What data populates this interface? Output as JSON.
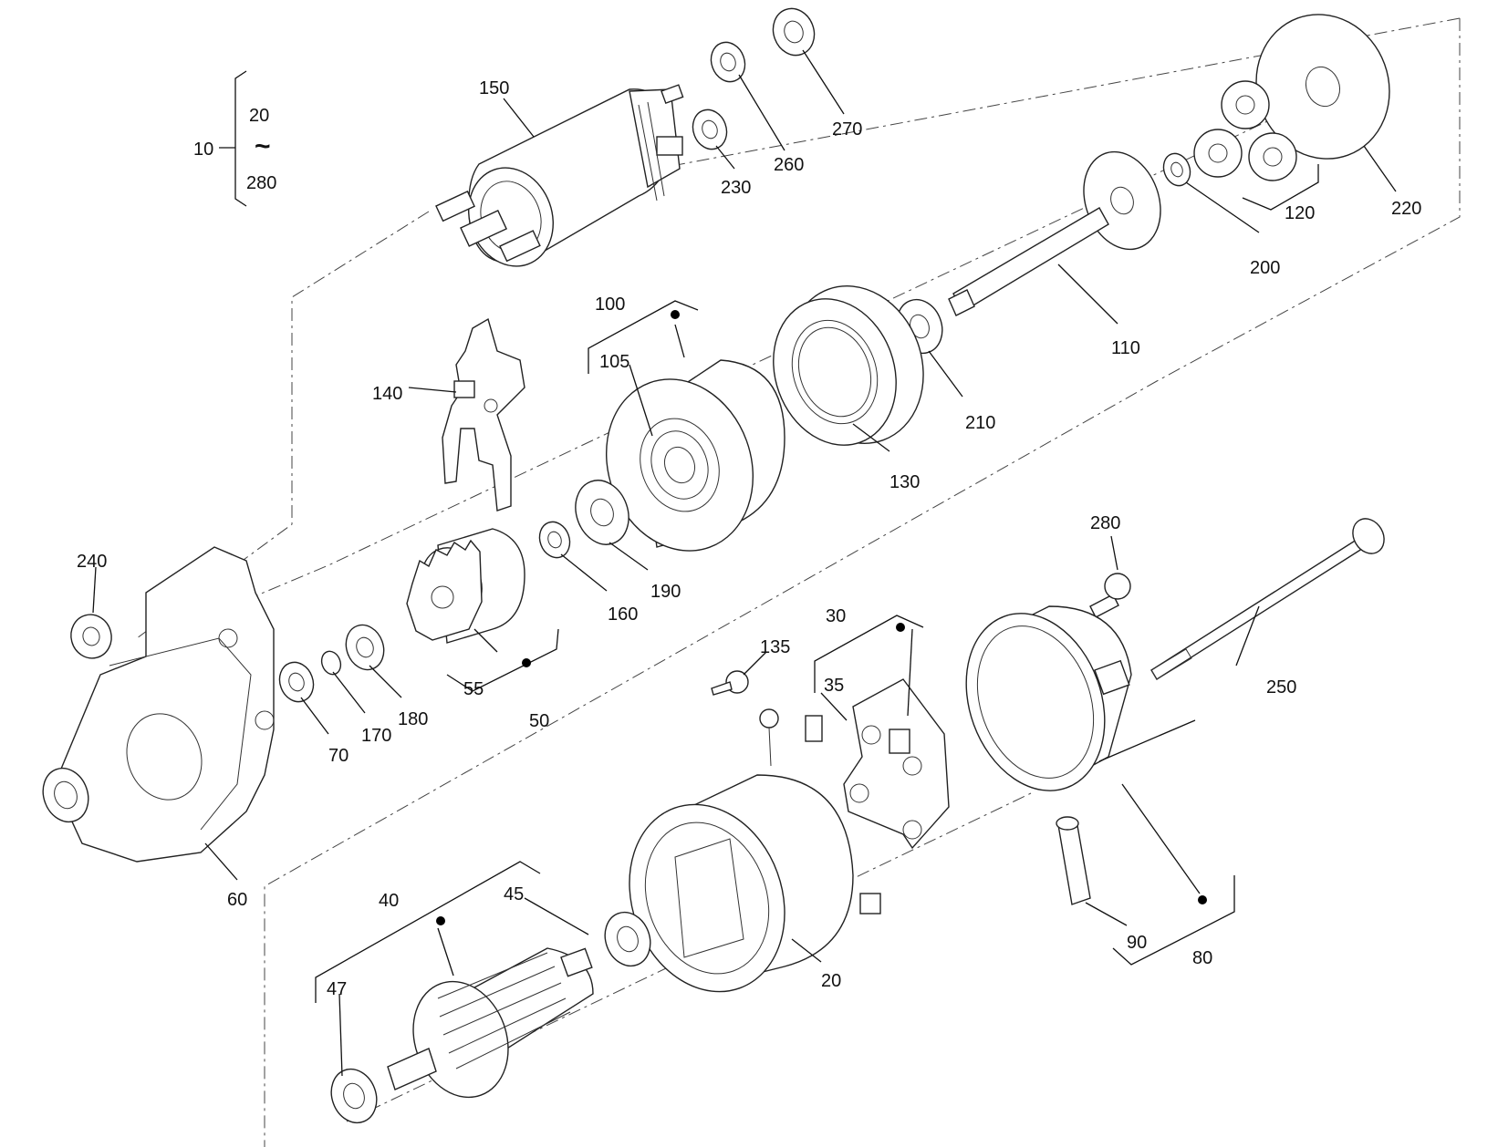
{
  "assembly": {
    "id": "10",
    "range_start": "20",
    "range_separator": "~",
    "range_end": "280"
  },
  "callouts": {
    "c20": "20",
    "c30": "30",
    "c35": "35",
    "c40": "40",
    "c45": "45",
    "c47": "47",
    "c50": "50",
    "c55": "55",
    "c60": "60",
    "c70": "70",
    "c80": "80",
    "c90": "90",
    "c100": "100",
    "c105": "105",
    "c110": "110",
    "c120": "120",
    "c130": "130",
    "c135": "135",
    "c140": "140",
    "c150": "150",
    "c160": "160",
    "c170": "170",
    "c180": "180",
    "c190": "190",
    "c200": "200",
    "c210": "210",
    "c220": "220",
    "c230": "230",
    "c240": "240",
    "c250": "250",
    "c260": "260",
    "c270": "270",
    "c280": "280"
  },
  "colors": {
    "line": "#222222",
    "background": "#ffffff"
  }
}
